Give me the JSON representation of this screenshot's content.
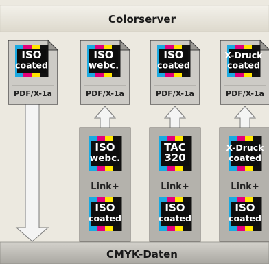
{
  "header": {
    "title": "Colorserver"
  },
  "footer": {
    "label": "CMYK-Daten"
  },
  "profile_colors": {
    "cyan": "#1ba9e0",
    "magenta": "#e2007a",
    "yellow": "#ffe400",
    "black": "#111111"
  },
  "columns": [
    {
      "doc": {
        "line1": "ISO",
        "line2": "coated",
        "caption": "PDF/X-1a"
      },
      "link": null
    },
    {
      "doc": {
        "line1": "ISO",
        "line2": "webc.",
        "caption": "PDF/X-1a"
      },
      "link": {
        "src": {
          "line1": "ISO",
          "line2": "webc."
        },
        "label": "Link+",
        "dst": {
          "line1": "ISO",
          "line2": "coated"
        }
      }
    },
    {
      "doc": {
        "line1": "ISO",
        "line2": "coated",
        "caption": "PDF/X-1a"
      },
      "link": {
        "src": {
          "line1": "TAC",
          "line2": "320"
        },
        "label": "Link+",
        "dst": {
          "line1": "ISO",
          "line2": "coated"
        }
      }
    },
    {
      "doc": {
        "line1": "X-Druck",
        "line2": "coated",
        "caption": "PDF/X-1a"
      },
      "link": {
        "src": {
          "line1": "X-Druck",
          "line2": "coated"
        },
        "label": "Link+",
        "dst": {
          "line1": "ISO",
          "line2": "coated"
        }
      }
    }
  ]
}
